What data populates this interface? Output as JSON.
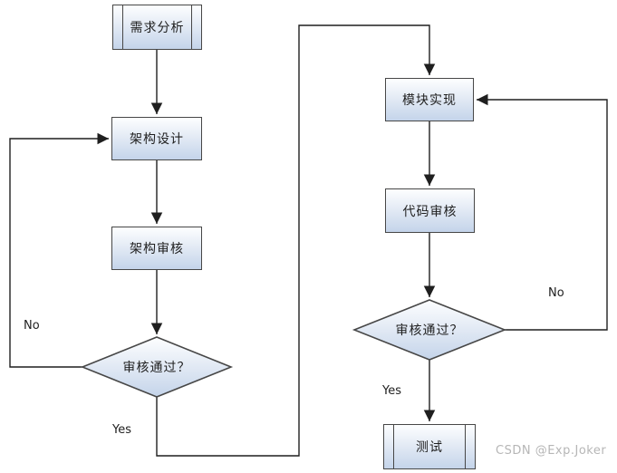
{
  "diagram": {
    "description": "software development process flowchart",
    "nodes": [
      {
        "id": "requirements",
        "label": "需求分析",
        "type": "predefined-process"
      },
      {
        "id": "design",
        "label": "架构设计",
        "type": "process"
      },
      {
        "id": "arch_review",
        "label": "架构审核",
        "type": "process"
      },
      {
        "id": "decision1",
        "label": "审核通过？",
        "type": "decision"
      },
      {
        "id": "module_impl",
        "label": "模块实现",
        "type": "process"
      },
      {
        "id": "code_review",
        "label": "代码审核",
        "type": "process"
      },
      {
        "id": "decision2",
        "label": "审核通过？",
        "type": "decision"
      },
      {
        "id": "test",
        "label": "测试",
        "type": "predefined-process"
      }
    ],
    "edges": [
      {
        "from": "requirements",
        "to": "design"
      },
      {
        "from": "design",
        "to": "arch_review"
      },
      {
        "from": "arch_review",
        "to": "decision1"
      },
      {
        "from": "decision1",
        "to": "design",
        "label": "No"
      },
      {
        "from": "decision1",
        "to": "module_impl",
        "label": "Yes"
      },
      {
        "from": "module_impl",
        "to": "code_review"
      },
      {
        "from": "code_review",
        "to": "decision2"
      },
      {
        "from": "decision2",
        "to": "module_impl",
        "label": "No"
      },
      {
        "from": "decision2",
        "to": "test",
        "label": "Yes"
      }
    ],
    "edge_labels": {
      "no_left": "No",
      "yes_left": "Yes",
      "no_right": "No",
      "yes_right": "Yes"
    },
    "colors": {
      "node_fill_top": "#fdfeff",
      "node_fill_bottom": "#c4d4ea",
      "node_border": "#474747",
      "line": "#1f1f1f",
      "text": "#1f1f1f",
      "watermark": "#b6b6b6",
      "background": "#ffffff"
    },
    "watermark": "CSDN @Exp.Joker"
  }
}
